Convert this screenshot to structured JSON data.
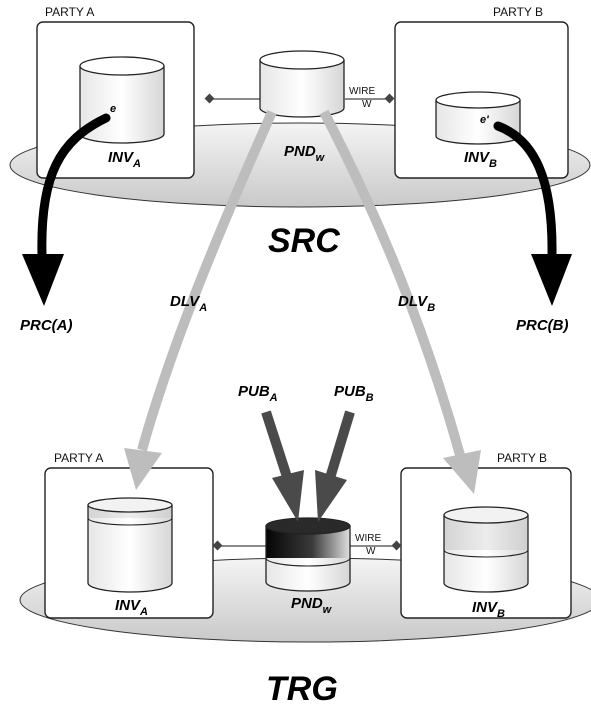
{
  "source": {
    "label": "SRC",
    "party_a_label": "PARTY A",
    "party_b_label": "PARTY B",
    "inv_a": {
      "main": "INV",
      "sub": "A"
    },
    "inv_b": {
      "main": "INV",
      "sub": "B"
    },
    "pnd": {
      "main": "PND",
      "sub": "w"
    },
    "wire": {
      "line1": "WIRE",
      "line2": "W"
    },
    "entry_a": "e",
    "entry_b": "e'"
  },
  "target": {
    "label": "TRG",
    "party_a_label": "PARTY A",
    "party_b_label": "PARTY B",
    "inv_a": {
      "main": "INV",
      "sub": "A"
    },
    "inv_b": {
      "main": "INV",
      "sub": "B"
    },
    "pnd": {
      "main": "PND",
      "sub": "w"
    },
    "wire": {
      "line1": "WIRE",
      "line2": "W"
    }
  },
  "arrows": {
    "prc_a": "PRC(A)",
    "prc_b": "PRC(B)",
    "dlv_a": {
      "main": "DLV",
      "sub": "A"
    },
    "dlv_b": {
      "main": "DLV",
      "sub": "B"
    },
    "pub_a": {
      "main": "PUB",
      "sub": "A"
    },
    "pub_b": {
      "main": "PUB",
      "sub": "B"
    }
  }
}
